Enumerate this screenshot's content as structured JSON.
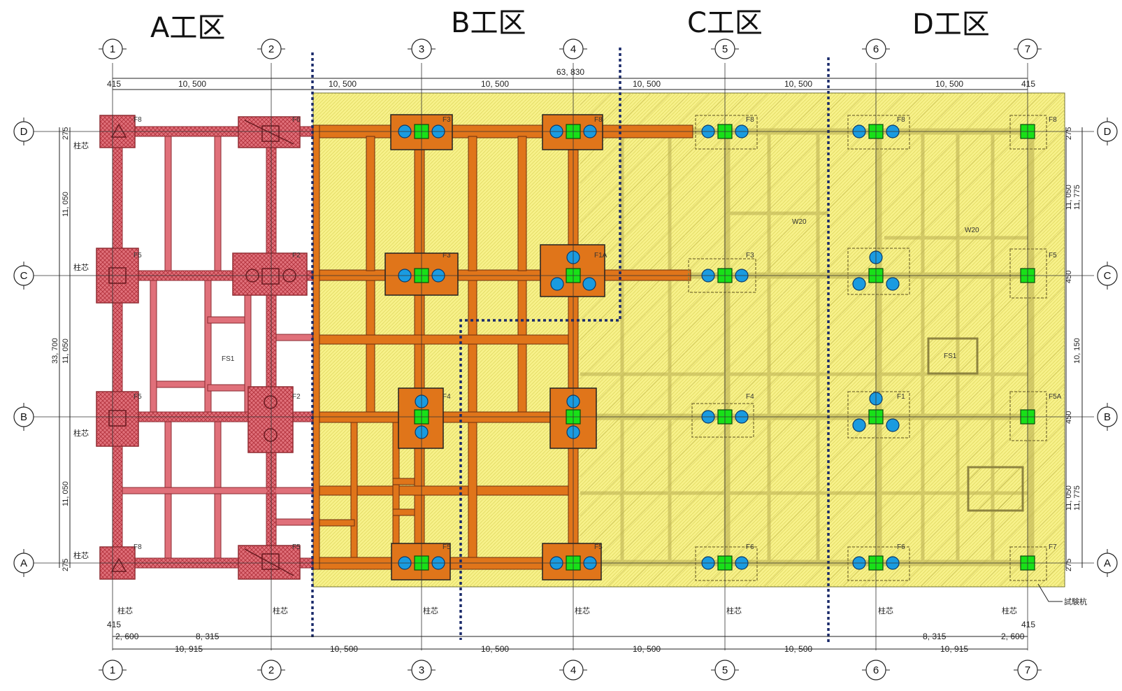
{
  "zones": [
    "A工区",
    "B工区",
    "C工区",
    "D工区"
  ],
  "columns": [
    "1",
    "2",
    "3",
    "4",
    "5",
    "6",
    "7"
  ],
  "rows": [
    "D",
    "C",
    "B",
    "A"
  ],
  "top_dims": {
    "total": "63, 830",
    "edge_left": "415",
    "edge_right": "415",
    "spans": [
      "10, 500",
      "10, 500",
      "10, 500",
      "10, 500",
      "10, 500",
      "10, 500"
    ]
  },
  "bottom_dims": {
    "edge_left": "415",
    "edge_right": "415",
    "left_sub": [
      "2, 600",
      "8, 315"
    ],
    "left_total": "10, 915",
    "right_sub": [
      "8, 315",
      "2, 600"
    ],
    "right_total": "10, 915",
    "middle": [
      "10, 500",
      "10, 500",
      "10, 500",
      "10, 500"
    ]
  },
  "left_dims": {
    "total": "33, 700",
    "spans": [
      "11, 050",
      "11, 050",
      "11, 050"
    ],
    "edges": [
      "275",
      "275"
    ]
  },
  "right_dims": {
    "outer": [
      "11, 775",
      "10, 150",
      "11, 775"
    ],
    "inner": [
      "11, 050",
      "11, 050"
    ],
    "small": [
      "275",
      "450",
      "450",
      "275"
    ]
  },
  "footing_tags": {
    "col1": [
      "F8",
      "F5",
      "F5",
      "F8"
    ],
    "col2": [
      "F6",
      "F2",
      "F2",
      "F5"
    ],
    "col3": [
      "F3",
      "F3",
      "F4",
      "F5"
    ],
    "col4": [
      "F8",
      "F1A",
      "",
      "F5"
    ],
    "col5": [
      "F8",
      "F3",
      "F4",
      "F6"
    ],
    "col6": [
      "F8",
      "",
      "F1",
      "F6"
    ],
    "col7": [
      "F8",
      "F5",
      "F5A",
      "F7"
    ]
  },
  "slab_labels": [
    "FS1",
    "FS1"
  ],
  "beam_labels": [
    "W20",
    "W20"
  ],
  "center_mark": "柱芯",
  "bottom_center_marks": [
    "柱芯",
    "柱芯",
    "柱芯",
    "柱芯",
    "柱芯",
    "柱芯",
    "柱芯"
  ],
  "test_pile_label": "試験杭",
  "colors": {
    "zone_a": "#e0707a",
    "zone_b": "#e0751a",
    "zone_cd": "#f7f18a",
    "pile": "#1a9be0",
    "column": "#18e018",
    "boundary": "#1a2a6a"
  }
}
